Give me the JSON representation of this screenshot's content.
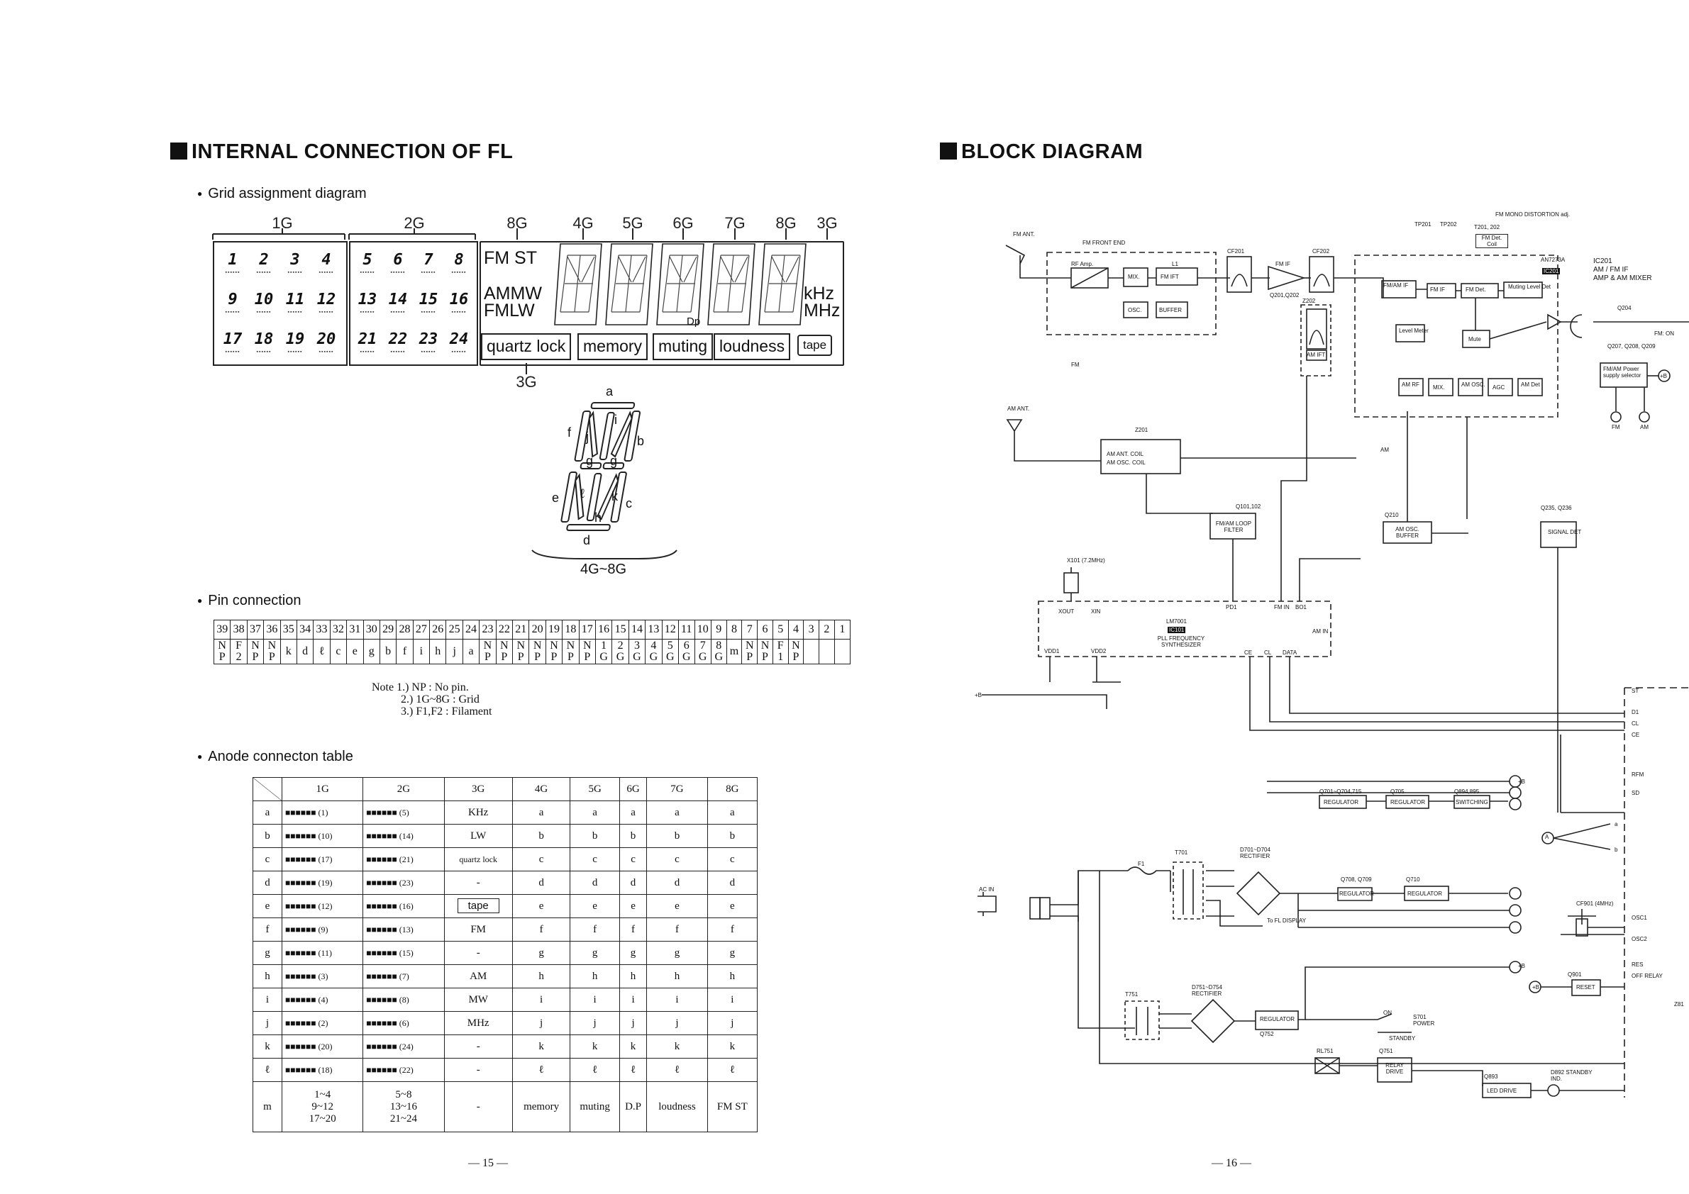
{
  "left": {
    "title": "INTERNAL CONNECTION OF FL",
    "grid_heading": "Grid assignment diagram",
    "grid_labels": [
      "1G",
      "2G",
      "8G",
      "4G",
      "5G",
      "6G",
      "7G",
      "8G",
      "3G"
    ],
    "grid_label_bottom": "3G",
    "keys": [
      "1",
      "2",
      "3",
      "4",
      "9",
      "10",
      "11",
      "12",
      "17",
      "18",
      "19",
      "20"
    ],
    "keys2": [
      "5",
      "6",
      "7",
      "8",
      "13",
      "14",
      "15",
      "16",
      "21",
      "22",
      "23",
      "24"
    ],
    "fm_st": "FM ST",
    "am_mw": "AMMW",
    "fm_lw": "FMLW",
    "khz": "kHz",
    "mhz": "MHz",
    "dp": "Dp",
    "annunciators": [
      "quartz lock",
      "memory",
      "muting",
      "loudness",
      "tape"
    ],
    "segment_labels": [
      "a",
      "b",
      "c",
      "d",
      "e",
      "f",
      "g",
      "g",
      "h",
      "i",
      "j",
      "k",
      "ℓ"
    ],
    "segment_range": "4G~8G",
    "pin_heading": "Pin connection",
    "pins": [
      "39",
      "38",
      "37",
      "36",
      "35",
      "34",
      "33",
      "32",
      "31",
      "30",
      "29",
      "28",
      "27",
      "26",
      "25",
      "24",
      "23",
      "22",
      "21",
      "20",
      "19",
      "18",
      "17",
      "16",
      "15",
      "14",
      "13",
      "12",
      "11",
      "10",
      "9",
      "8",
      "7",
      "6",
      "5",
      "4",
      "3",
      "2",
      "1"
    ],
    "pin_assign": [
      "N P",
      "F 2",
      "N P",
      "N P",
      "k",
      "d",
      "ℓ",
      "c",
      "e",
      "g",
      "b",
      "f",
      "i",
      "h",
      "j",
      "a",
      "N P",
      "N P",
      "N P",
      "N P",
      "N P",
      "N P",
      "N P",
      "1 G",
      "2 G",
      "3 G",
      "4 G",
      "5 G",
      "6 G",
      "7 G",
      "8 G",
      "m",
      "N P",
      "N P",
      "F 1",
      "N P"
    ],
    "notes": [
      "Note 1.)  NP       : No pin.",
      "2.)  1G~8G  : Grid",
      "3.)  F1,F2   : Filament"
    ],
    "anode_heading": "Anode connecton table",
    "anode_cols": [
      "1G",
      "2G",
      "3G",
      "4G",
      "5G",
      "6G",
      "7G",
      "8G"
    ],
    "anode_rows": [
      [
        "a",
        "■■■■■■ (1)",
        "■■■■■■ (5)",
        "KHz",
        "a",
        "a",
        "a",
        "a",
        "a"
      ],
      [
        "b",
        "■■■■■■ (10)",
        "■■■■■■ (14)",
        "LW",
        "b",
        "b",
        "b",
        "b",
        "b"
      ],
      [
        "c",
        "■■■■■■ (17)",
        "■■■■■■ (21)",
        "quartz lock",
        "c",
        "c",
        "c",
        "c",
        "c"
      ],
      [
        "d",
        "■■■■■■ (19)",
        "■■■■■■ (23)",
        "-",
        "d",
        "d",
        "d",
        "d",
        "d"
      ],
      [
        "e",
        "■■■■■■ (12)",
        "■■■■■■ (16)",
        "tape",
        "e",
        "e",
        "e",
        "e",
        "e"
      ],
      [
        "f",
        "■■■■■■ (9)",
        "■■■■■■ (13)",
        "FM",
        "f",
        "f",
        "f",
        "f",
        "f"
      ],
      [
        "g",
        "■■■■■■ (11)",
        "■■■■■■ (15)",
        "-",
        "g",
        "g",
        "g",
        "g",
        "g"
      ],
      [
        "h",
        "■■■■■■ (3)",
        "■■■■■■ (7)",
        "AM",
        "h",
        "h",
        "h",
        "h",
        "h"
      ],
      [
        "i",
        "■■■■■■ (4)",
        "■■■■■■ (8)",
        "MW",
        "i",
        "i",
        "i",
        "i",
        "i"
      ],
      [
        "j",
        "■■■■■■ (2)",
        "■■■■■■ (6)",
        "MHz",
        "j",
        "j",
        "j",
        "j",
        "j"
      ],
      [
        "k",
        "■■■■■■ (20)",
        "■■■■■■ (24)",
        "-",
        "k",
        "k",
        "k",
        "k",
        "k"
      ],
      [
        "ℓ",
        "■■■■■■ (18)",
        "■■■■■■ (22)",
        "-",
        "ℓ",
        "ℓ",
        "ℓ",
        "ℓ",
        "ℓ"
      ],
      [
        "m",
        "1~4 9~12 17~20",
        "5~8 13~16 21~24",
        "-",
        "memory",
        "muting",
        "D.P",
        "loudness",
        "FM ST"
      ]
    ],
    "page": "— 15 —"
  },
  "right": {
    "title": "BLOCK DIAGRAM",
    "page": "— 16 —",
    "labels": {
      "fm_ant": "FM ANT.",
      "fm_front_end": "FM FRONT END",
      "rf_amp": "RF Amp.",
      "mix": "MIX.",
      "l1": "L1",
      "fm_ift": "FM IFT",
      "osc": "OSC.",
      "buffer": "BUFFER",
      "fm": "FM",
      "cf201": "CF201",
      "fm_if": "FM IF",
      "cf202": "CF202",
      "q201": "Q201,Q202",
      "z202": "Z202",
      "am_ift": "AM IFT",
      "tp201": "TP201",
      "tp202": "TP202",
      "t201": "T201, 202",
      "fm_mono": "FM MONO DISTORTION adj.",
      "fm_det_coil": "FM Det. Coil",
      "an7273a": "AN7273A",
      "ic201_chip": "IC201",
      "ic201": "IC201",
      "ic201_desc1": "AM / FM IF",
      "ic201_desc2": "AMP & AM MIXER",
      "fm_am_if": "FM/AM IF",
      "fm_if2": "FM IF",
      "fm_det": "FM Det.",
      "muting_level": "Muting Level Det",
      "level_meter": "Level Meter",
      "mute": "Mute",
      "am_rf": "AM RF",
      "mix2": "MIX.",
      "am_osc": "AM OSC.",
      "agc": "AGC",
      "am_det": "AM Det",
      "q204": "Q204",
      "fm_on": "FM: ON",
      "q207": "Q207, Q208, Q209",
      "fm_am_power": "FM/AM Power supply selector",
      "fm2": "FM",
      "am2": "AM",
      "am_ant": "AM ANT.",
      "z201": "Z201",
      "am_ant_coil": "AM ANT. COIL",
      "am_osc_coil": "AM OSC. COIL",
      "am": "AM",
      "q101": "Q101,102",
      "fm_am_loop": "FM/AM LOOP FILTER",
      "q210": "Q210",
      "am_osc_buffer": "AM OSC. BUFFER",
      "q235": "Q235, Q236",
      "signal_det": "SIGNAL DET",
      "x101": "X101 (7.2MHz)",
      "xout": "XOUT",
      "xin": "XIN",
      "lm7001": "LM7001",
      "ic101": "IC101",
      "pll": "PLL FREQUENCY SYNTHESIZER",
      "vdd1": "VDD1",
      "vdd2": "VDD2",
      "pd1": "PD1",
      "fmin": "FM IN",
      "bo1": "BO1",
      "amin": "AM IN",
      "ce": "CE",
      "cl": "CL",
      "data": "DATA",
      "q701": "Q701~Q704,715",
      "q705": "Q705",
      "q894": "Q894,895",
      "regulator": "REGULATOR",
      "switching": "SWITCHING",
      "d701": "D701~D704 RECTIFIER",
      "ac_in": "AC IN",
      "f1": "F1",
      "t701": "T701",
      "to_fl": "To FL DISPLAY",
      "q708": "Q708, Q709",
      "q710": "Q710",
      "cf901": "CF901 (4MHz)",
      "q901": "Q901",
      "reset": "RESET",
      "t751": "T751",
      "d751": "D751~D754 RECTIFIER",
      "q752": "Q752",
      "on": "ON",
      "s701": "S701 POWER",
      "standby": "STANDBY",
      "q751": "Q751",
      "rl751": "RL751",
      "relay_drive": "RELAY DRIVE",
      "q893": "Q893",
      "led_drive": "LED DRIVE",
      "d892": "D892 STANDBY IND.",
      "a": "A",
      "pa": "a",
      "pb": "b",
      "plusb": "+B",
      "pin_st": "ST",
      "pin_d1": "D1",
      "pin_cl": "CL",
      "pin_ce": "CE",
      "pin_rfm": "RFM",
      "pin_sd": "SD",
      "pin_osc1": "OSC1",
      "pin_osc2": "OSC2",
      "pin_res": "RES",
      "pin_off": "OFF RELAY",
      "z81": "Z81"
    }
  }
}
